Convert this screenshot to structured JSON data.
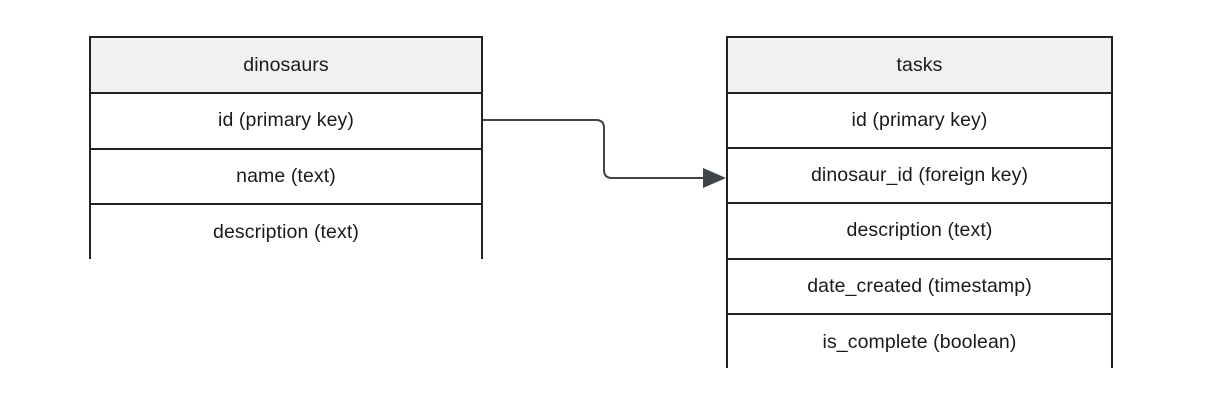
{
  "diagram": {
    "type": "entity-relationship-diagram",
    "background_color": "#ffffff",
    "entities": [
      {
        "name": "dinosaurs",
        "title": "dinosaurs",
        "fields": [
          "id (primary key)",
          "name (text)",
          "description (text)"
        ]
      },
      {
        "name": "tasks",
        "title": "tasks",
        "fields": [
          "id (primary key)",
          "dinosaur_id (foreign key)",
          "description (text)",
          "date_created (timestamp)",
          "is_complete (boolean)"
        ]
      }
    ],
    "relationships": [
      {
        "from_entity": "dinosaurs",
        "from_field": "id (primary key)",
        "to_entity": "tasks",
        "to_field": "dinosaur_id (foreign key)",
        "label": "",
        "arrow": "single-filled-triangle",
        "style": "orthogonal-rounded"
      }
    ],
    "colors": {
      "header_background": "#eff1f3",
      "body_background": "#ffffff",
      "border": "#1f2326",
      "text": "#1a1a1a",
      "connector": "#3f4449"
    }
  }
}
